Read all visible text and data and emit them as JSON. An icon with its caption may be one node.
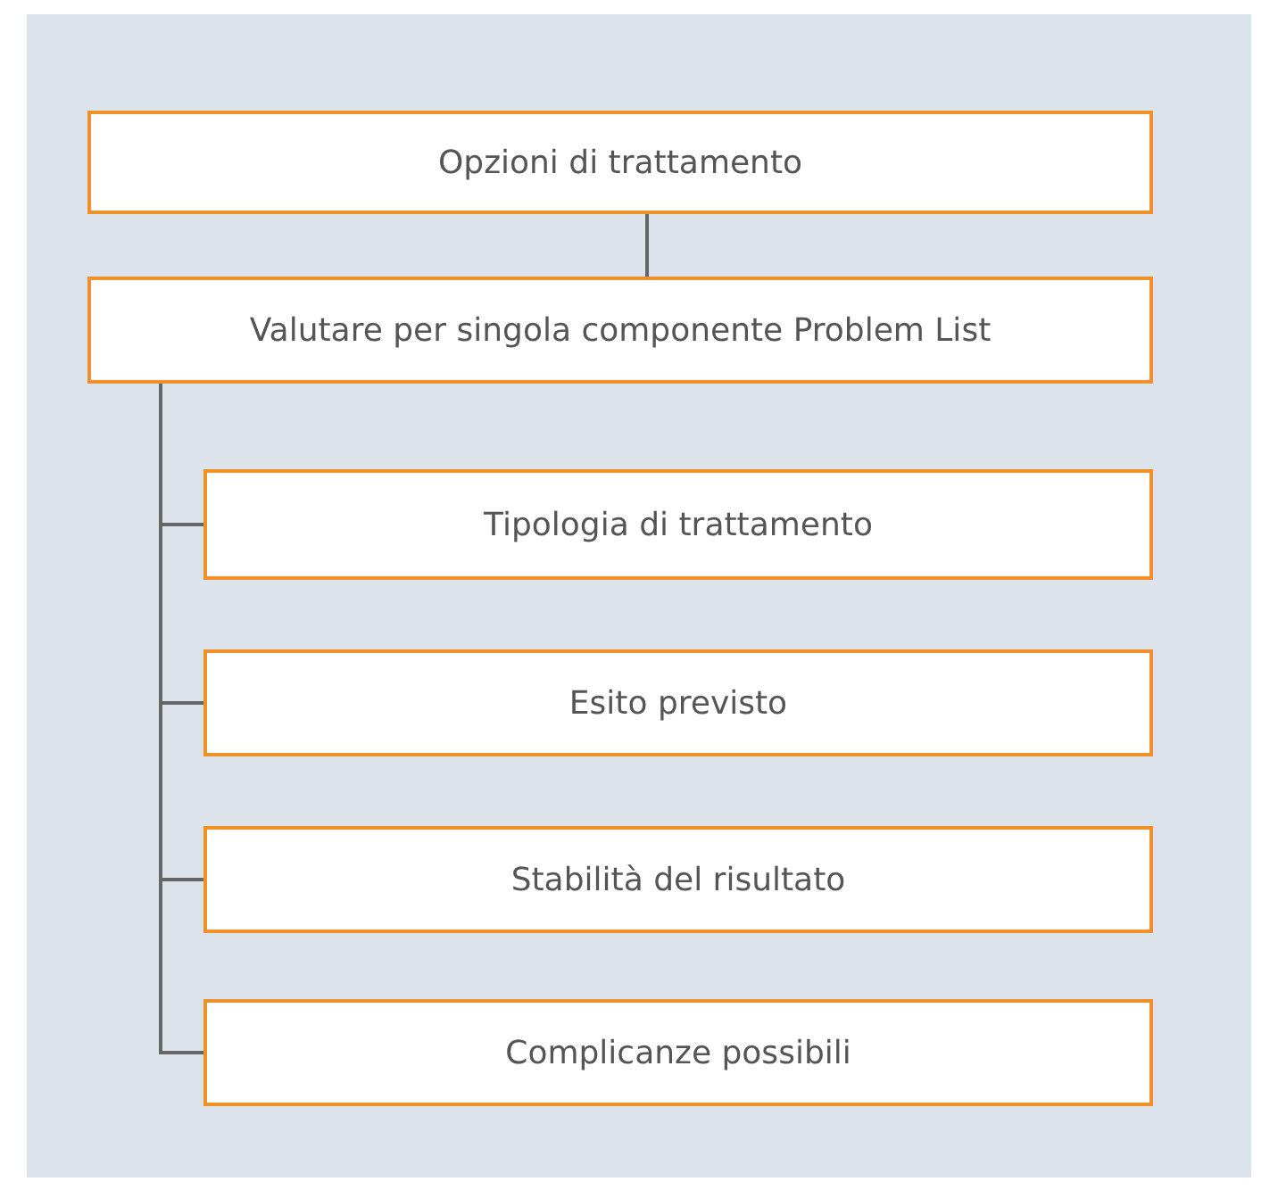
{
  "diagram": {
    "nodes": [
      {
        "text": [
          "Opzioni di trattamento"
        ]
      },
      {
        "text": [
          "Valutare per singola componente Problem List"
        ]
      },
      {
        "text": [
          "Tipologia di trattamento"
        ]
      },
      {
        "text": [
          "Esito previsto"
        ]
      },
      {
        "text": [
          "Stabilità del risultato"
        ]
      },
      {
        "text": [
          "Complicanze possibili"
        ]
      }
    ],
    "edges": [
      {
        "from": 0,
        "to": 1,
        "arrow": "none"
      },
      {
        "from": 1,
        "to": 2,
        "arrow": "none"
      },
      {
        "from": 1,
        "to": 3,
        "arrow": "none"
      },
      {
        "from": 1,
        "to": 4,
        "arrow": "none"
      },
      {
        "from": 1,
        "to": 5,
        "arrow": "none"
      }
    ]
  }
}
